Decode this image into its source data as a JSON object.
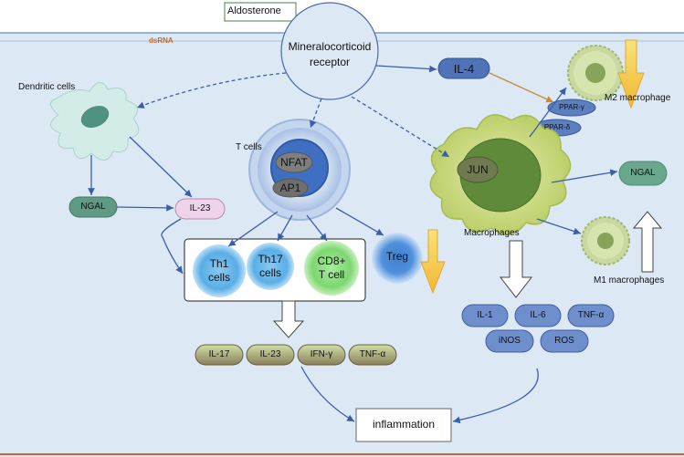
{
  "top": {
    "aldosterone": "Aldosterone",
    "dsrna": "dsRNA"
  },
  "receptor": {
    "line1": "Mineralocorticoid",
    "line2": "receptor"
  },
  "dendritic": {
    "label": "Dendritic cells"
  },
  "tcells": {
    "label": "T cells",
    "nfat": "NFAT",
    "ap1": "AP1"
  },
  "il4": "IL-4",
  "ppar_g": "PPAR-γ",
  "ppar_d": "PPAR-δ",
  "m2": "M2 macrophage",
  "macrophages": {
    "label": "Macrophages",
    "jun": "JUN"
  },
  "ngal_left": "NGAL",
  "ngal_right": "NGAL",
  "il23_top": "IL-23",
  "m1": "M1 macrophages",
  "subsets": {
    "th1_line1": "Th1",
    "th1_line2": "cells",
    "th17_line1": "Th17",
    "th17_line2": "cells",
    "cd8_line1": "CD8+",
    "cd8_line2": "T cell",
    "treg": "Treg"
  },
  "t_cytokines": [
    "IL-17",
    "IL-23",
    "IFN-γ",
    "TNF-α"
  ],
  "m_cytokines": [
    "IL-1",
    "IL-6",
    "TNF-α",
    "iNOS",
    "ROS"
  ],
  "outcome": "inflammation"
}
